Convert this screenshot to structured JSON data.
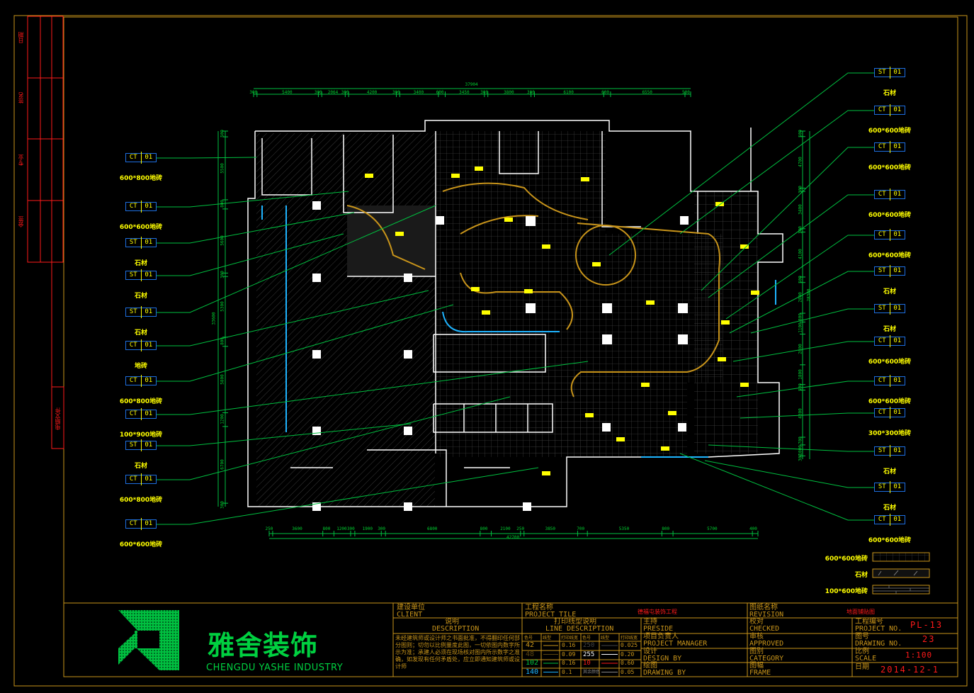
{
  "side_panel": {
    "labels": [
      "日期",
      "签名",
      "专业",
      "会签"
    ],
    "file_label": "电脑文件"
  },
  "dimensions": {
    "top_total": "37904",
    "top": [
      "300",
      "5400",
      "300",
      "2064",
      "300",
      "4200",
      "300",
      "3400",
      "600",
      "3450",
      "300",
      "3800",
      "300",
      "6100",
      "600",
      "6550",
      "500"
    ],
    "bottom_total": "42700",
    "bottom": [
      "250",
      "3600",
      "800",
      "1200",
      "300",
      "1900",
      "300",
      "6800",
      "800",
      "2100",
      "250",
      "3850",
      "700",
      "5350",
      "800",
      "5700",
      "400"
    ],
    "left_total": "33600",
    "left": [
      "500",
      "5500",
      "800",
      "5600",
      "300",
      "5300",
      "800",
      "5800",
      "1200",
      "6700",
      "300"
    ],
    "right_total": "28300",
    "right": [
      "500",
      "4700",
      "300",
      "3400",
      "300",
      "4100",
      "500",
      "2800",
      "800",
      "1100",
      "2800",
      "1800",
      "500",
      "4300",
      "700",
      "1000",
      "300"
    ]
  },
  "tags_left": [
    {
      "code": "CT",
      "num": "01",
      "label": "600*800地砖"
    },
    {
      "code": "CT",
      "num": "01",
      "label": "600*600地砖"
    },
    {
      "code": "ST",
      "num": "01",
      "label": "石材"
    },
    {
      "code": "ST",
      "num": "01",
      "label": "石材"
    },
    {
      "code": "ST",
      "num": "01",
      "label": "石材"
    },
    {
      "code": "CT",
      "num": "01",
      "label": "地砖"
    },
    {
      "code": "CT",
      "num": "01",
      "label": "600*800地砖"
    },
    {
      "code": "CT",
      "num": "01",
      "label": "100*900地砖"
    },
    {
      "code": "ST",
      "num": "01",
      "label": "石材"
    },
    {
      "code": "CT",
      "num": "01",
      "label": "600*800地砖"
    },
    {
      "code": "CT",
      "num": "01",
      "label": "600*600地砖"
    }
  ],
  "tags_right": [
    {
      "code": "ST",
      "num": "01",
      "label": "石材"
    },
    {
      "code": "CT",
      "num": "01",
      "label": "600*600地砖"
    },
    {
      "code": "CT",
      "num": "01",
      "label": "600*600地砖"
    },
    {
      "code": "CT",
      "num": "01",
      "label": "600*600地砖"
    },
    {
      "code": "CT",
      "num": "01",
      "label": "600*600地砖"
    },
    {
      "code": "ST",
      "num": "01",
      "label": "石材"
    },
    {
      "code": "ST",
      "num": "01",
      "label": "石材"
    },
    {
      "code": "CT",
      "num": "01",
      "label": "600*600地砖"
    },
    {
      "code": "CT",
      "num": "01",
      "label": "600*600地砖"
    },
    {
      "code": "CT",
      "num": "01",
      "label": "300*300地砖"
    },
    {
      "code": "ST",
      "num": "01",
      "label": "石材"
    },
    {
      "code": "ST",
      "num": "01",
      "label": "石材"
    },
    {
      "code": "CT",
      "num": "01",
      "label": "600*600地砖"
    }
  ],
  "legend": [
    {
      "label": "600*600地砖",
      "pattern": "grid"
    },
    {
      "label": "石材",
      "pattern": "stone"
    },
    {
      "label": "100*600地砖",
      "pattern": "plank"
    }
  ],
  "logo": {
    "name_cn": "雅舍装饰",
    "name_en": "CHENGDU YASHE INDUSTRY"
  },
  "title_block": {
    "client_cn": "建设单位",
    "client_en": "CLIENT",
    "project_cn": "工程名称",
    "project_en": "PROJECT TILE",
    "project_value": "德福屯装饰工程",
    "desc_cn": "说明",
    "desc_en": "DESCRIPTION",
    "desc_text": [
      "未经建筑师或设计师之书面批准，不得翻印任何部分图则；",
      "切勿以比例量度此图，一切依图内数字所示为准；",
      "承建人必须在现场核对图内所示数字之准确，如发现有任何矛盾处，应立即通知建筑师或设计师"
    ],
    "line_cn": "打印线型说明",
    "line_en": "LINE DESCRIPTION",
    "line_headers": [
      "色号",
      "线型",
      "打印线宽",
      "色号",
      "线型",
      "打印线宽"
    ],
    "line_rows": [
      {
        "c1": "42",
        "w1": "0.16",
        "c2": "250",
        "w2": "0.025",
        "col1": "#c8941a",
        "col2": "#444444"
      },
      {
        "c1": "48",
        "w1": "0.09",
        "c2": "255",
        "w2": "0.20",
        "col1": "#5a4410",
        "col2": "#ffffff"
      },
      {
        "c1": "102",
        "w1": "0.16",
        "c2": "10",
        "w2": "0.60",
        "col1": "#00c040",
        "col2": "#ff1a1a"
      },
      {
        "c1": "140",
        "w1": "0.1",
        "c2": "其余颜色",
        "w2": "0.05",
        "col1": "#1eb4ff",
        "col2": "#888888"
      }
    ],
    "preside_cn": "主持",
    "preside_en": "PRESIDE",
    "manager_cn": "项目负责人",
    "manager_en": "PROJECT MANAGER",
    "design_cn": "设计",
    "design_en": "DESIGN BY",
    "drawing_cn": "绘图",
    "drawing_en": "DRAWING BY",
    "revision_cn": "图纸名称",
    "revision_en": "REVISION",
    "revision_value": "地面铺贴图",
    "checked_cn": "校对",
    "checked_en": "CHECKED",
    "approved_cn": "审核",
    "approved_en": "APPROVED",
    "category_cn": "图别",
    "category_en": "CATEGORY",
    "frame_cn": "图幅",
    "frame_en": "FRAME",
    "projno_cn": "工程编号",
    "projno_en": "PROJECT NO.",
    "projno_value": "PL-13",
    "drawno_cn": "图号",
    "drawno_en": "DRAWING NO.",
    "drawno_value": "23",
    "scale_cn": "比例",
    "scale_en": "SCALE",
    "scale_value": "1:100",
    "date_cn": "日期",
    "date_value": "2014-12-1"
  }
}
